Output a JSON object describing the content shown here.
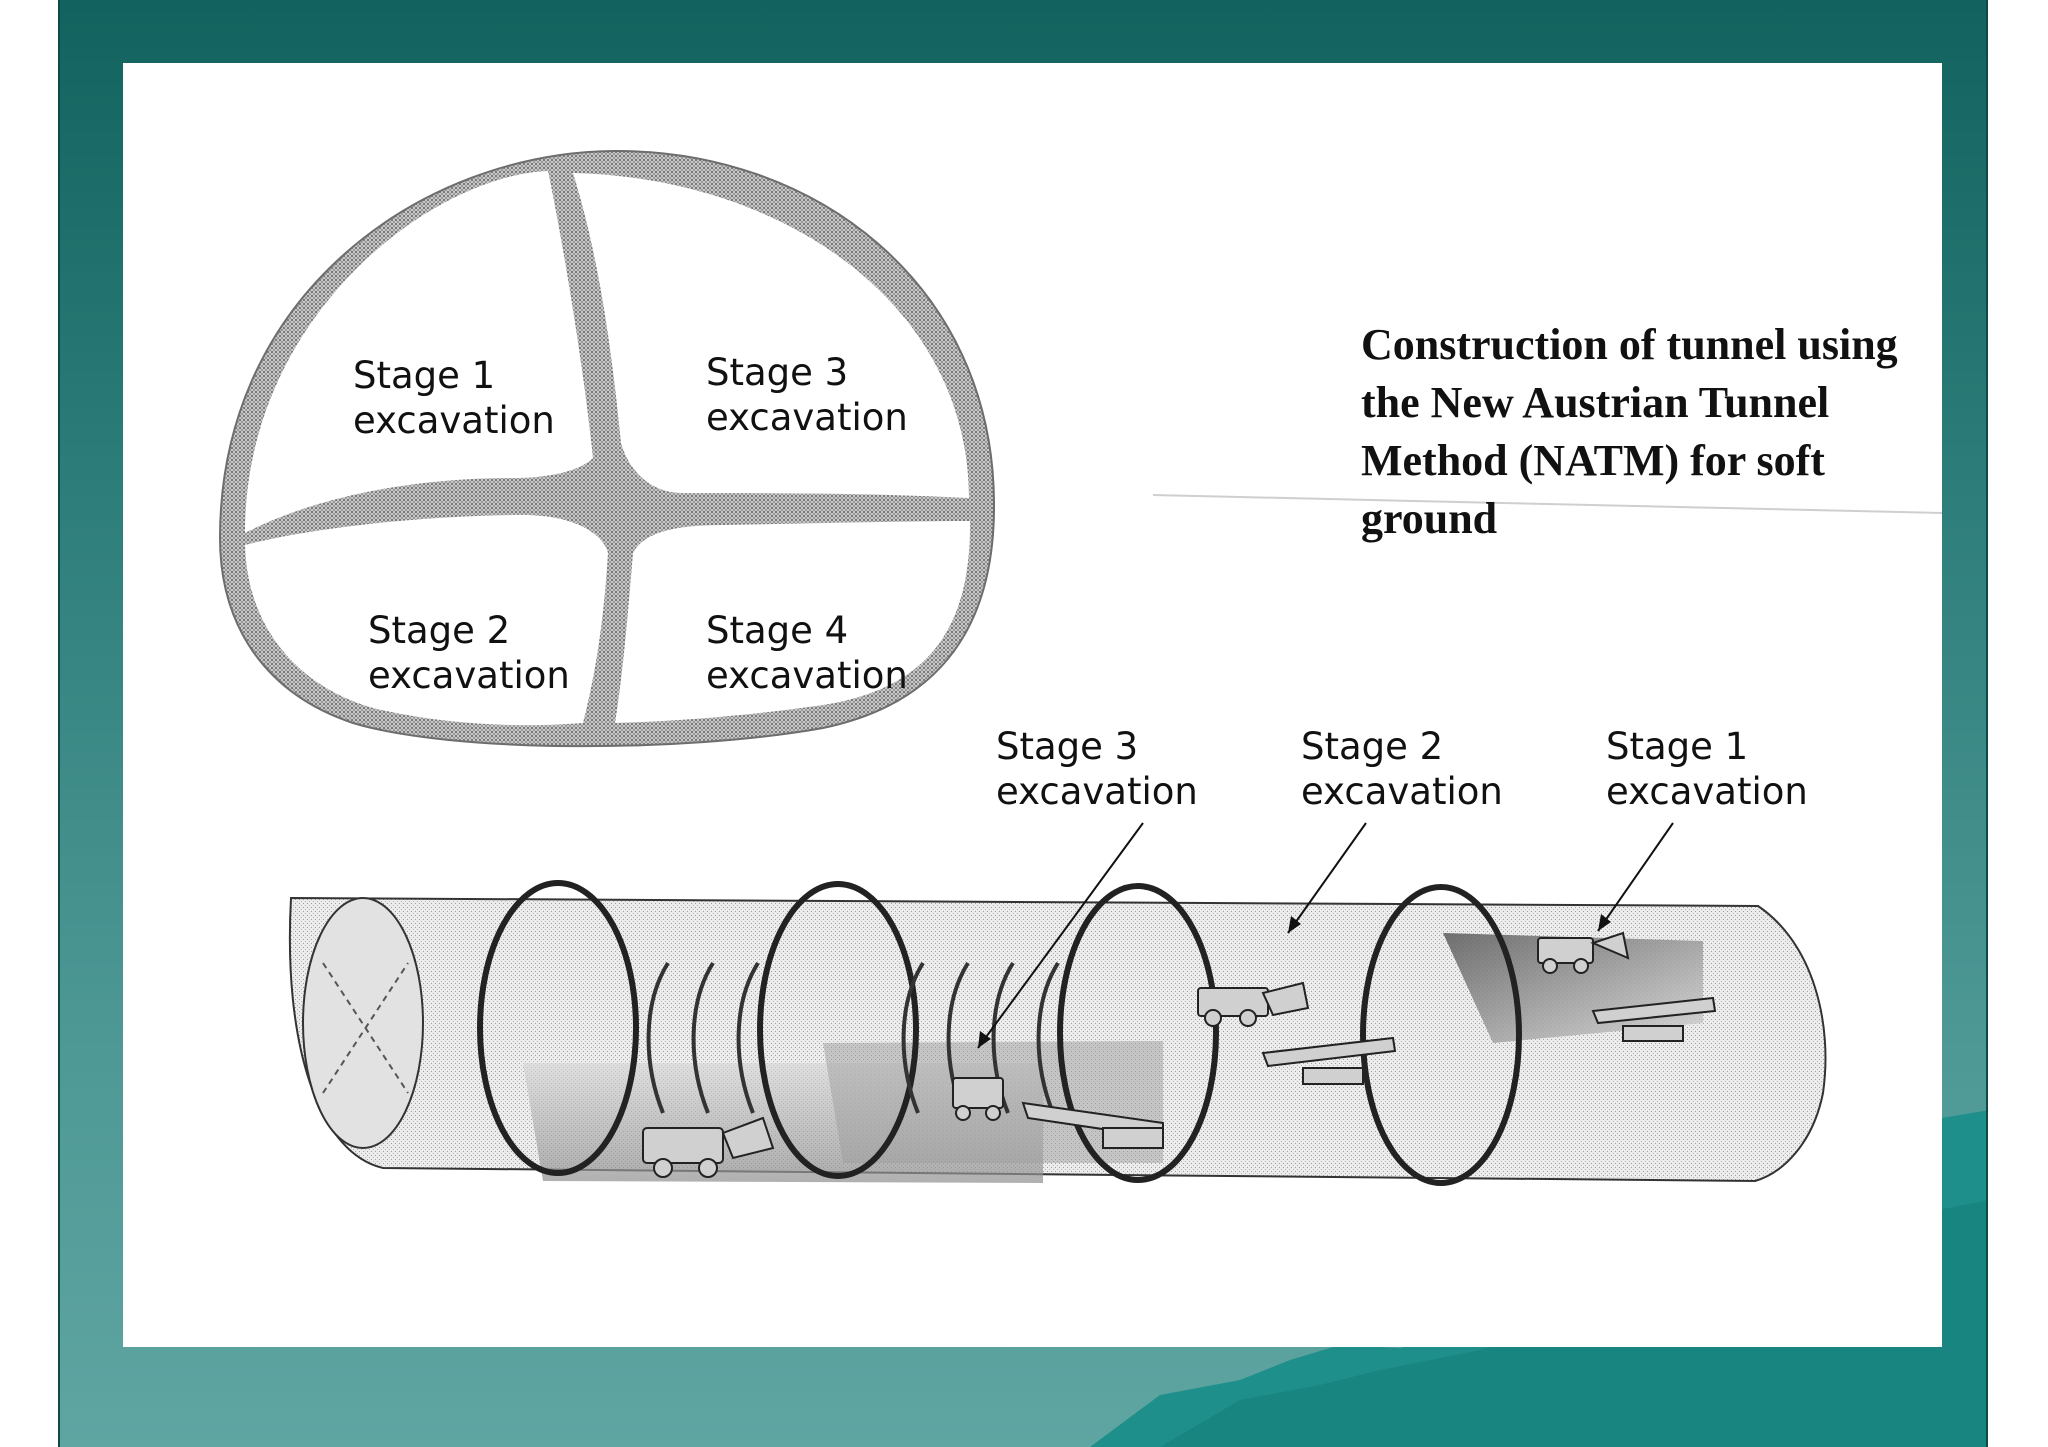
{
  "title": "Construction of tunnel using the New Austrian Tunnel Method (NATM) for soft ground",
  "cross_section": {
    "stage1": "Stage 1\nexcavation",
    "stage2": "Stage 2\nexcavation",
    "stage3": "Stage 3\nexcavation",
    "stage4": "Stage 4\nexcavation"
  },
  "tunnel": {
    "stage3": "Stage 3\nexcavation",
    "stage2": "Stage 2\nexcavation",
    "stage1": "Stage 1\nexcavation"
  },
  "colors": {
    "background_top": "#12625f",
    "background_bottom": "#5fa5a2",
    "mountain": "#1f8f8b",
    "panel": "#ffffff",
    "hatch": "#8a8a8a"
  }
}
